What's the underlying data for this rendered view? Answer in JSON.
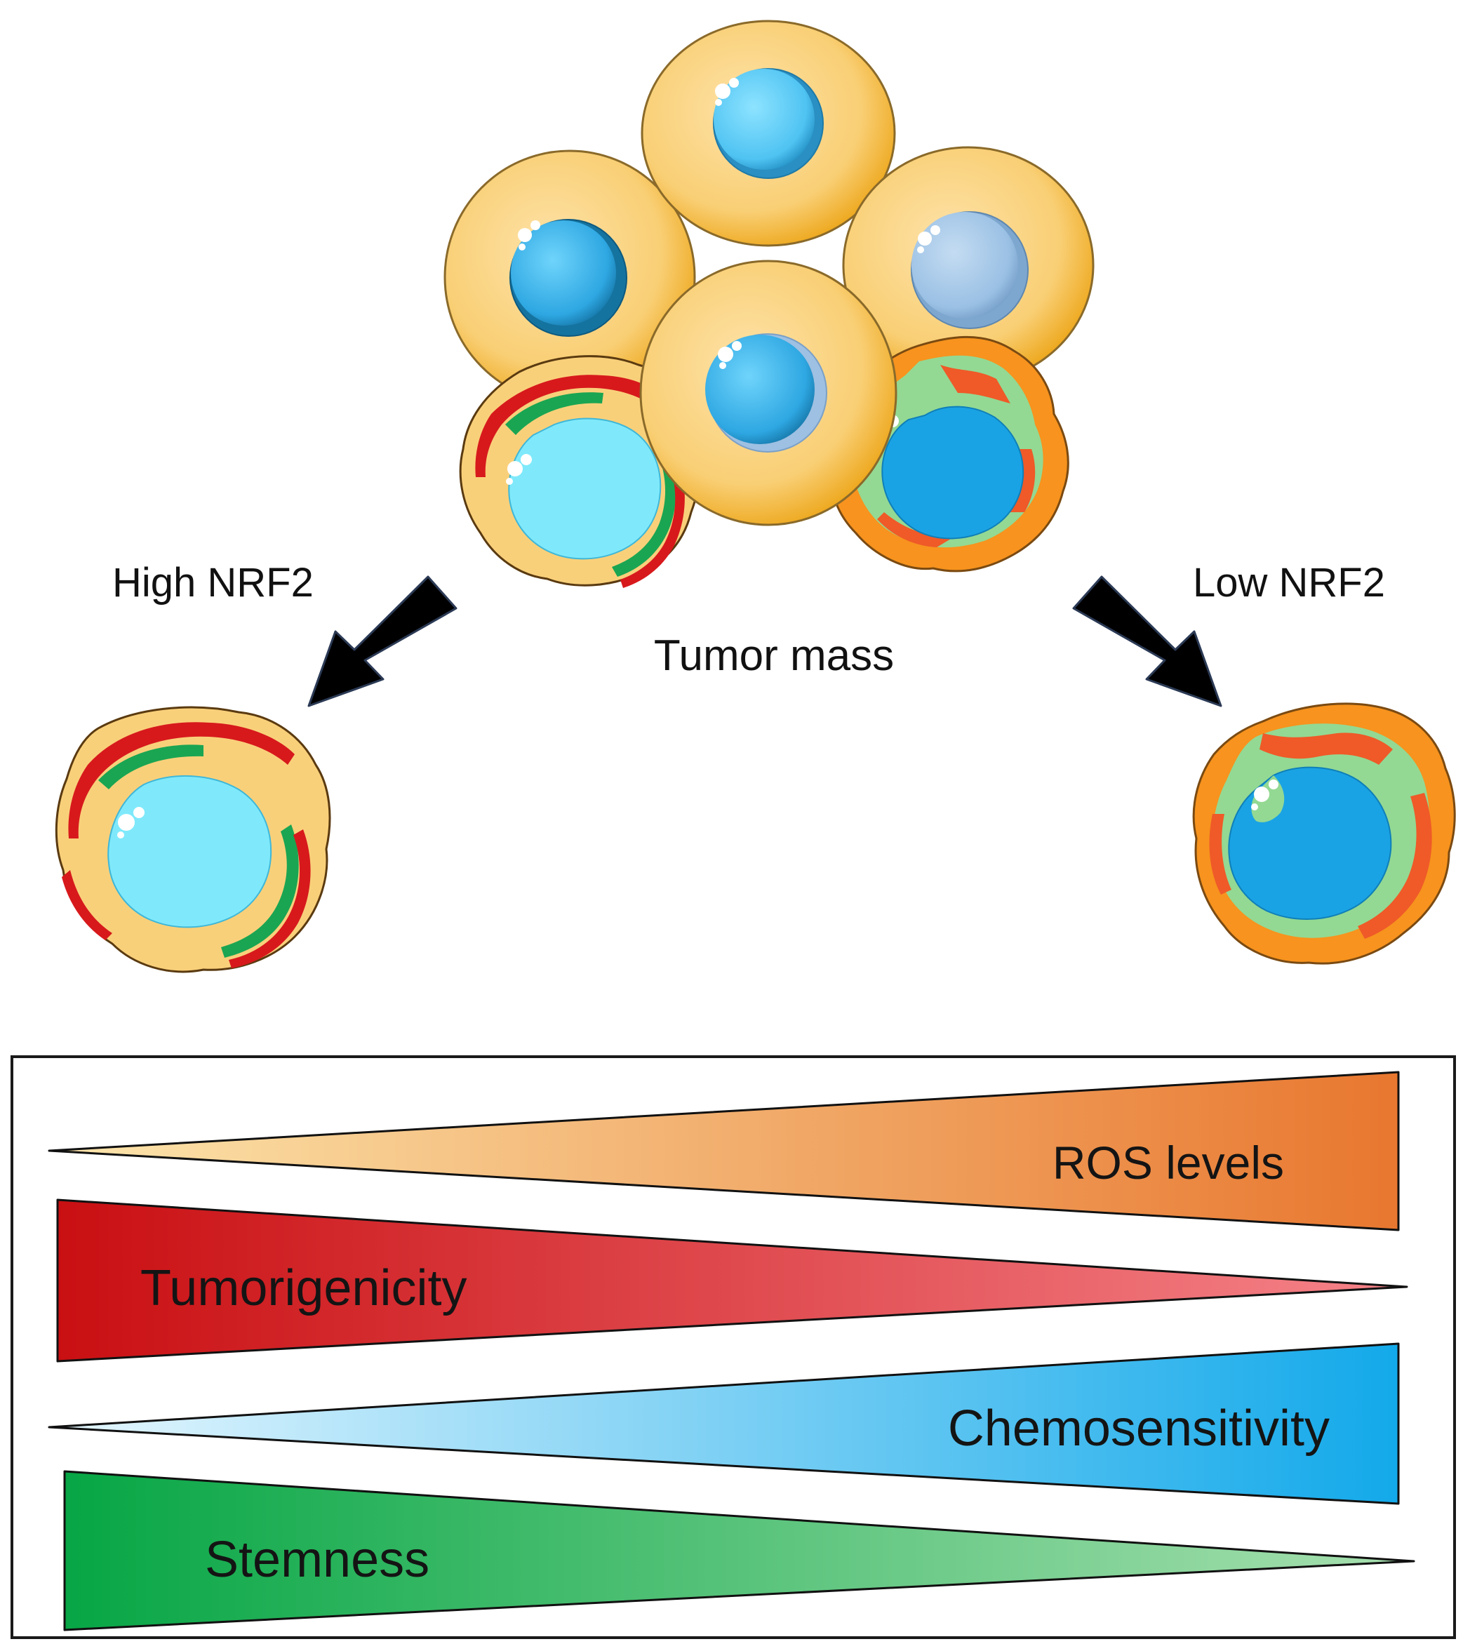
{
  "labels": {
    "high": "High NRF2",
    "low": "Low NRF2",
    "mass": "Tumor mass"
  },
  "gradients": [
    {
      "label": "ROS levels",
      "direction": "increasing",
      "colors": [
        "#fce6ad",
        "#e8772f"
      ]
    },
    {
      "label": "Tumorigenicity",
      "direction": "decreasing",
      "colors": [
        "#c90f12",
        "#f5848a"
      ]
    },
    {
      "label": "Chemosensitivity",
      "direction": "increasing",
      "colors": [
        "#e6f7fe",
        "#13a9ea"
      ]
    },
    {
      "label": "Stemness",
      "direction": "decreasing",
      "colors": [
        "#07a645",
        "#a8e0b0"
      ]
    }
  ],
  "colors": {
    "cell_body": "#f9d07a",
    "cell_edge": "#e4a81a",
    "nucleus_blue": "#3ab2e8",
    "nucleus_cyan": "#7fe9fb",
    "nucleus_pale": "#9fc3e4",
    "stem_red": "#d7191c",
    "stem_green": "#1aa552",
    "ros_orange": "#f7931e",
    "ros_red": "#ef5a28",
    "ros_green": "#93d993",
    "arrow": "#000000"
  }
}
